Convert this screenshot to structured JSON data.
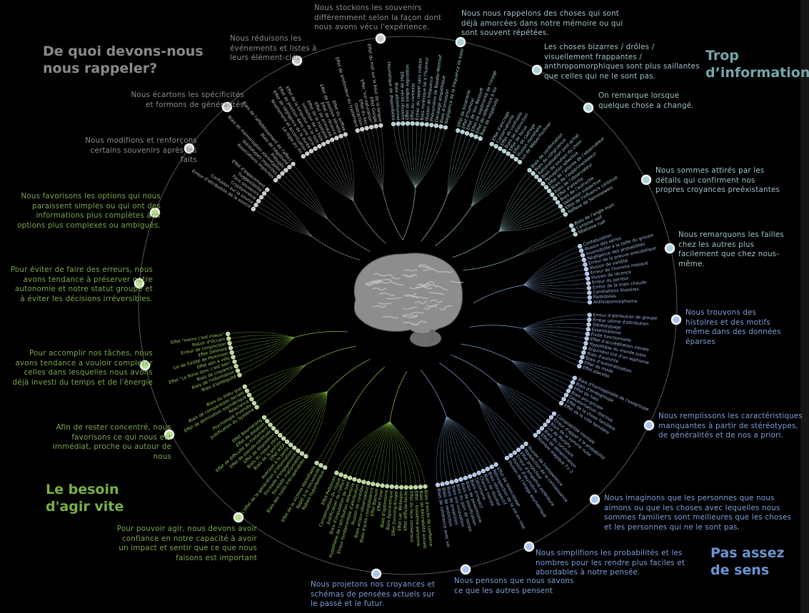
{
  "quadrants": [
    {
      "title": "De quoi devons-nous\nnous rappeler?",
      "color": "#c8c8c8",
      "clusters": [
        {
          "note": "Nous modifions et renforçons certains souvenirs après les faits",
          "biases": [
            "Erreur d'attribution de la source",
            "Confusion sur la source",
            "Cryptomnésie",
            "Faux souvenirs",
            "Suggestibilité",
            "Effet d'espacement"
          ]
        },
        {
          "note": "Nous écartons les spécificités et formons de généralités",
          "biases": [
            "Associations implicites",
            "Stéréotypes implicites",
            "Biais de mémorisation stéréotypée",
            "Préjugés",
            "Biais de négativité",
            "Biais de l'affaiblissement de l'affect"
          ]
        },
        {
          "note": "Nous réduisons les événements et listes à leurs élément-clés",
          "biases": [
            "La règle pic-fin",
            "Nivellement et accentuation",
            "Effet de négligence de la durée",
            "Effet de position dans une série",
            "Effet de la longueur de la liste",
            "Inhibition de la liste",
            "Effet de la modalité",
            "Effet de primauté",
            "Effet de récence",
            "Effet de position sérielle",
            "Effet du suffixe"
          ]
        },
        {
          "note": "Nous stockons les souvenirs différemment selon la façon dont nous avons vécu l'expérience.",
          "biases": [
            "Effet de profondeur du traitement",
            "Distraction",
            "Effet du lieu",
            "Effet \"sur-saturation\"",
            "Effet Google",
            "Effet du mot sur le bout de la langue"
          ]
        }
      ]
    },
    {
      "title": "Trop\nd’information",
      "color": "#a9d3d6",
      "clusters": [
        {
          "note": "Nous nous rappelons des choses qui sont déjà amorcées dans notre mémoire ou qui sont souvent répétées.",
          "biases": [
            "Heuristique de disponibilité",
            "Biais attentionnel",
            "Effet de vérité illusoire",
            "Effet de simple exposition",
            "Effet du contexte",
            "Échec du rappel sans indices",
            "Biais mnésique lié à l'humeur",
            "Illusion de fréquence",
            "Phénomène de Baader-Meinhof",
            "Décalage empathique",
            "Biais d'omission",
            "Négligence de la fréquence de base"
          ]
        },
        {
          "note": "Les choses bizarres / drôles / visuellement frappantes / anthropomorphiques sont plus saillantes que celles qui ne le sont pas.",
          "biases": [
            "Effet de bizarrerie",
            "Effet d'humour",
            "Effet de Von Restorff",
            "Effet de supériorité de l'image",
            "Effet de référence à soi",
            "Biais de négativité"
          ]
        },
        {
          "note": "On remarque lorsque quelque chose a changé.",
          "biases": [
            "Effet d'ancrage",
            "Conservatisme",
            "Effet de contraste",
            "Biais de distinction",
            "Effet de focus",
            "Effet de cadrage",
            "Illusion monétaire",
            "Loi de Weber-Fechner"
          ]
        },
        {
          "note": "Nous sommes attirés par les détails qui confirment nos propres croyances preéxistantes",
          "biases": [
            "Biais de confirmation",
            "Biais de congruence",
            "Rationalisation post-achat",
            "Biais de soutien du choix",
            "Perception sélective",
            "Effet de l'attente de l'observateur",
            "Biais de l'expérimentateur",
            "Biais de l'observateur",
            "Effet d'attente",
            "Biais de l'autruche",
            "Validation subjective",
            "Effet de l'influence continue",
            "Réflexe de Semmelweis"
          ]
        },
        {
          "note": "Nous remarquons les failles chez les autres plus facilement que chez nous-même.",
          "biases": [
            "Biais de l'angle mort",
            "Cynisme naïf",
            "Réalisme naïf"
          ]
        }
      ]
    },
    {
      "title": "Pas assez\nde sens",
      "color": "#a8c4ee",
      "clusters": [
        {
          "note": "Nous trouvons des histoires et des motifs même dans des données éparses",
          "biases": [
            "Confabulation",
            "Illusion des séries",
            "Insensibilité à la taille du groupe",
            "Négligence des probabilités",
            "Erreur de la preuve anecdotique",
            "Illusion de validité",
            "Erreur de l'homme masqué",
            "Illusion de récence",
            "Erreur du parieur",
            "Erreur de la main chaude",
            "Corrélations illusoires",
            "Paréidolies",
            "Anthropomorphisme"
          ]
        },
        {
          "note": "Nous remplissons les caractéristiques manquantes à partir de stéréotypes, de généralités et de nos a priori.",
          "biases": [
            "Erreur d'attribution de groupe",
            "Erreur ultime d'attribution",
            "Stéréotypage",
            "Essentialisme",
            "Fixité fonctionnelle",
            "Effet d'accréditation morale",
            "Hypothèse du monde juste",
            "Argument tiré d'un sophisme",
            "Biais d'autorité",
            "Biais d'automatisation",
            "Effet de mode",
            "Effet placebo"
          ]
        },
        {
          "note": "Nous imaginons que les personnes que nous aimons ou que les choses avec lequelles nous sommes familiers sont meilleures que les choses et les personnes qui ne le sont pas.",
          "biases": [
            "Biais d'homogénéité de l'exogroupe",
            "Biais d'endogroupe",
            "Effet de halo",
            "Biais pro-groupe",
            "Dévalorisation réactive",
            "Effet de la chose familière",
            "Effet de la cote familière"
          ]
        },
        {
          "note": "Nous simplifions les probabilités et les nombres pour les rendre plus faciles et abordables à notre pensée.",
          "biases": [
            "Comptabilité mentale",
            "Erreur d'appel à la probabilité",
            "Biais de la somme nulle",
            "Loi de Murphy",
            "Biais du survivant",
            "Effet de dénomination",
            "Nombre magique 7+-2"
          ]
        },
        {
          "note": "Nous pensons que nous savons ce que les autres pensent",
          "biases": [
            "Illusion de transparence",
            "Malédiction de la connaissance",
            "Effet projecteur",
            "Erreur d'empathie extérieure",
            "Illusion d'asymétrie",
            "Illusion de l'image asymétrique"
          ]
        },
        {
          "note": "Nous projetons nos croyances et schémas de pensées actuels sur le passé et le futur.",
          "biases": [
            "Effet de télescopage",
            "Rétrospection de la vie en rose",
            "Biais rétrospectif",
            "Biais de résultat",
            "Chance morale",
            "Déclinisme",
            "Biais d'impact",
            "Biais de pessimisme",
            "Biais de planification",
            "Biais du gain de temps",
            "Biais pro-innovation",
            "Biais de projection",
            "Biais de restriction",
            "Biais de cohérence avec soi"
          ]
        }
      ]
    },
    {
      "title": "Le besoin\nd'agir vite",
      "color": "#b5dd8a",
      "clusters": [
        {
          "note": "Pour pouvoir agir, nous devons avoir confiance en notre capacité à avoir un impact et sentir que ce que nous faisons est important",
          "biases": [
            "Biais d'excès de confiance",
            "Biais de désirabilité sociale",
            "Effet - troisième personne",
            "Effet du faux consensus",
            "Effet difficile-facile",
            "Effet Lac Wobegon",
            "Effet Dunning-Kruger",
            "Biais égocentrique",
            "Biais d'optimisme",
            "Effet Forer",
            "Effet Barnum",
            "Biais d'auto-complaisance",
            "Biais acteur-observateur",
            "Illusion de contrôle",
            "Erreur fondamentale d'attribution",
            "Hypothèse de l'attribution défensive",
            "Biais d'imputation de trait",
            "Justification de l'effort",
            "Compensation du risque",
            "Effet Peltzman"
          ]
        },
        {
          "note": "Afin de rester concentré, nous favorisons ce qui nous est immédiat, proche ou autour de nous",
          "biases": [
            "Rabais hyperbolique",
            "Appel à la nouveauté",
            "Effet de la victime identifiable"
          ]
        },
        {
          "note": "Pour accomplir nos tâches, nous avons tendance a vouloir completer celles dans lesquelles nous avons déjà investi du temps et de l'énergie",
          "biases": [
            "Biais des coûts irrécupérables",
            "Escalade irrationnelle",
            "Escalade d'engagement",
            "L'effet de la génération d'information",
            "Aversion à la perte",
            "Effet IKEA",
            "Biais de la portion",
            "Biais du risque zéro",
            "Effet de disposition",
            "Effet de pseudo-certitude",
            "Effet de difficulté du traitement",
            "Effet de dotation",
            "Effet Boomerang"
          ]
        },
        {
          "note": "Pour éviter de faire des erreurs, nous avons tendance à préserver notre autonomie et notre statut groupe et à éviter les décisions irréversibles.",
          "biases": [
            "Justification du Système",
            "Psychologie inversée",
            "Réactance",
            "Effet de domination asymétrique",
            "Biais de comparaison sociale",
            "Biais du statu quo"
          ]
        },
        {
          "note": "Nous favorisons les options qui nous paraissent simples ou qui ont des informations plus complètes aux options plus complexes ou ambiguës.",
          "biases": [
            "Biais d'ambiguïté",
            "Biais de l'information",
            "Biais de croyance",
            "Effet \"ça Rime donc c'est bon\"",
            "Effet abri à vélo",
            "Loi de futilité de Parkinson",
            "Effet Delmore",
            "Erreur de conjonction",
            "Rasoir d'Occam",
            "Effet \"moins c'est mieux\""
          ]
        }
      ]
    }
  ]
}
